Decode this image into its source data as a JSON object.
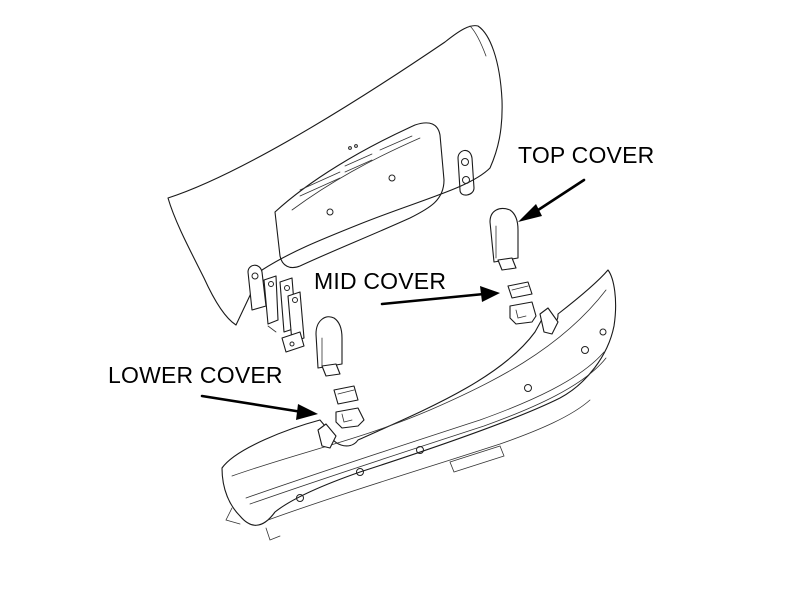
{
  "labels": {
    "top_cover": "TOP COVER",
    "mid_cover": "MID COVER",
    "lower_cover": "LOWER COVER"
  },
  "colors": {
    "line": "#1a1a1a",
    "text": "#000000",
    "background": "#ffffff"
  }
}
